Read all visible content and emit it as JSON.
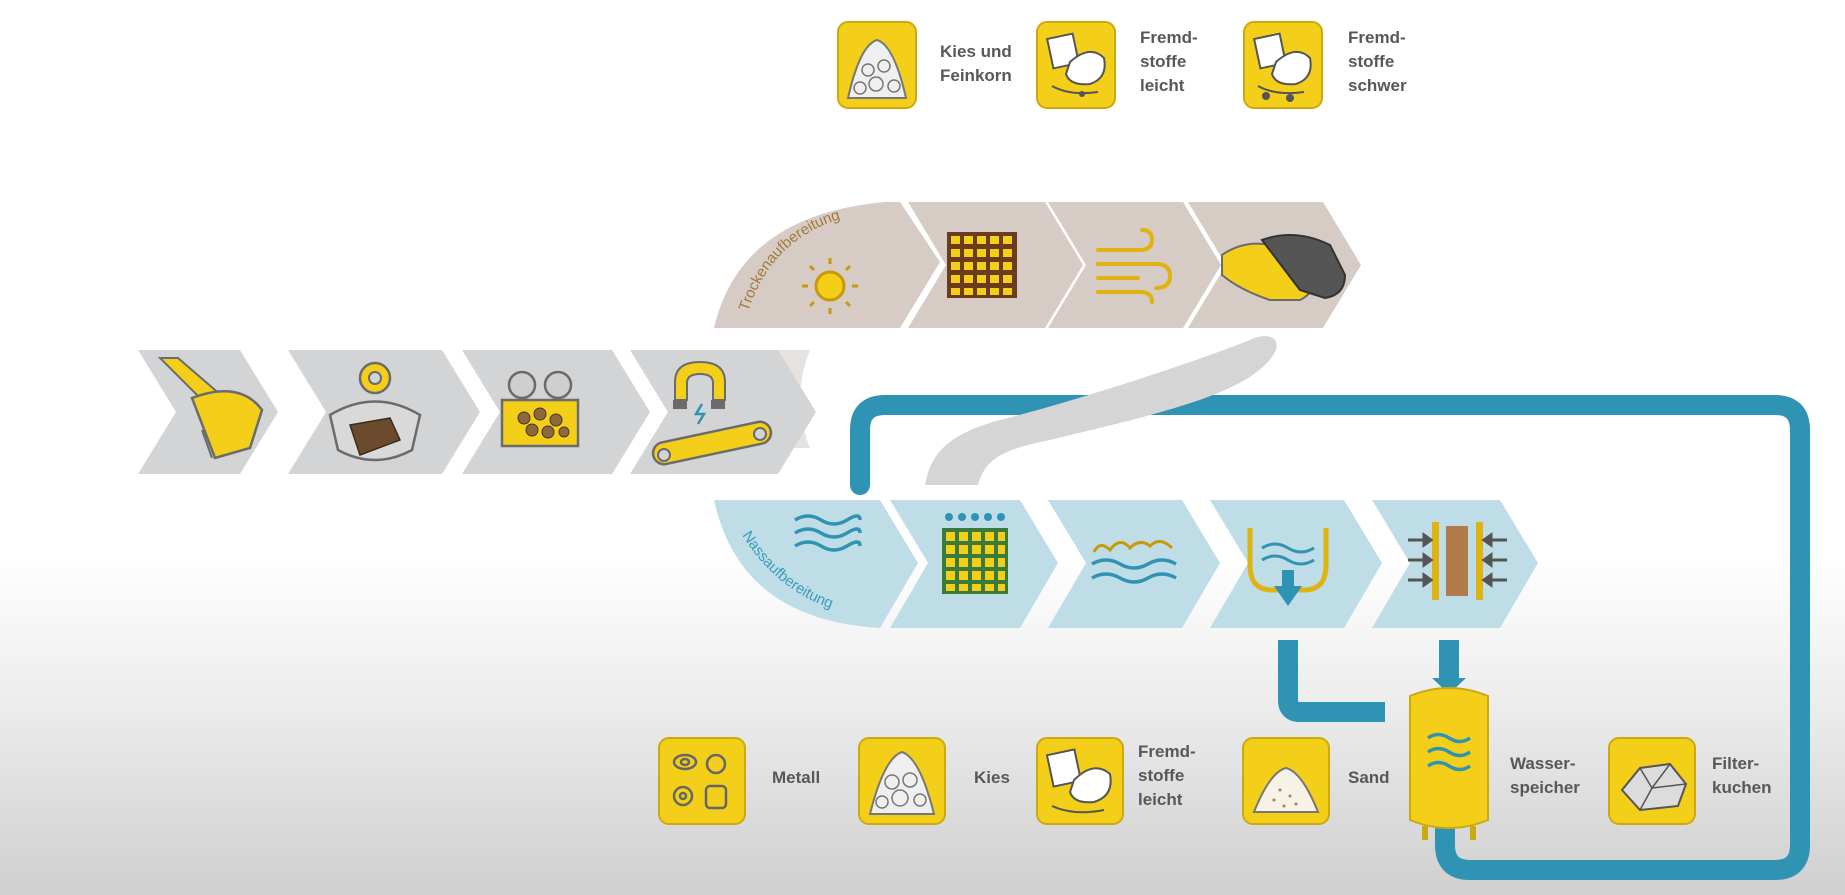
{
  "colors": {
    "yellow": "#f3cf1a",
    "yellow_dark": "#cda80f",
    "dry_chevron": "#d6cbc5",
    "dry_text": "#a27a3a",
    "wet_chevron": "#bfdde6",
    "wet_text": "#3b9bbf",
    "main_chevron": "#d3d4d6",
    "pipe": "#2f93b4",
    "label_text": "#585858"
  },
  "top_outputs": [
    {
      "icon": "gravel-pile-icon",
      "label": "Kies und\nFeinkorn"
    },
    {
      "icon": "light-foreign-matter-icon",
      "label": "Fremd-\nstoffe\nleicht"
    },
    {
      "icon": "heavy-foreign-matter-icon",
      "label": "Fremd-\nstoffe\nschwer"
    }
  ],
  "main_line_icons": [
    "excavator-bucket-icon",
    "grab-crusher-icon",
    "roller-crusher-icon",
    "magnet-conveyor-icon"
  ],
  "dry_branch": {
    "label": "Trockenaufbereitung",
    "icons": [
      "sun-icon",
      "sieve-grid-icon",
      "air-wind-icon",
      "gloves-icon"
    ]
  },
  "wet_branch": {
    "label": "Nassaufbereitung",
    "icons": [
      "water-waves-icon",
      "wet-sieve-icon",
      "float-separation-icon",
      "settling-tank-icon",
      "filter-press-icon"
    ]
  },
  "bottom_outputs": [
    {
      "icon": "metal-parts-icon",
      "label": "Metall"
    },
    {
      "icon": "gravel-icon",
      "label": "Kies"
    },
    {
      "icon": "light-foreign-matter-icon",
      "label": "Fremd-\nstoffe\nleicht"
    },
    {
      "icon": "sand-icon",
      "label": "Sand"
    },
    {
      "icon": "water-tank-icon",
      "label": "Wasser-\nspeicher"
    },
    {
      "icon": "filter-cake-icon",
      "label": "Filter-\nkuchen"
    }
  ]
}
